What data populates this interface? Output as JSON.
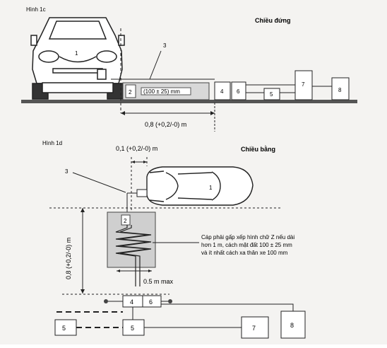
{
  "figure_top": {
    "title": "Hình 1c",
    "view": "Chiều đứng",
    "car_number": "1",
    "callout_number": "3",
    "box_2": "2",
    "clearance": "(100 ± 25) mm",
    "box_4": "4",
    "box_6": "6",
    "box_5": "5",
    "box_7": "7",
    "box_8": "8",
    "distance": "0,8 (+0,2/-0) m"
  },
  "figure_bottom": {
    "title": "Hình 1d",
    "view": "Chiều bằng",
    "offset": "0,1 (+0,2/-0) m",
    "callout_number": "3",
    "car_number": "1",
    "box_2": "2",
    "vertical_dim": "0,8 (+0,2/-0) m",
    "note_line1": "Cáp phải gấp xếp hình chữ Z nếu dài",
    "note_line2": "hơn 1 m, cách mặt đất 100 ± 25 mm",
    "note_line3": "và ít nhất cách xa thân xe 100 mm",
    "width_dim": "0.5 m max",
    "box_4": "4",
    "box_6": "6",
    "box_5a": "5",
    "box_5b": "5",
    "box_7": "7",
    "box_8": "8"
  }
}
